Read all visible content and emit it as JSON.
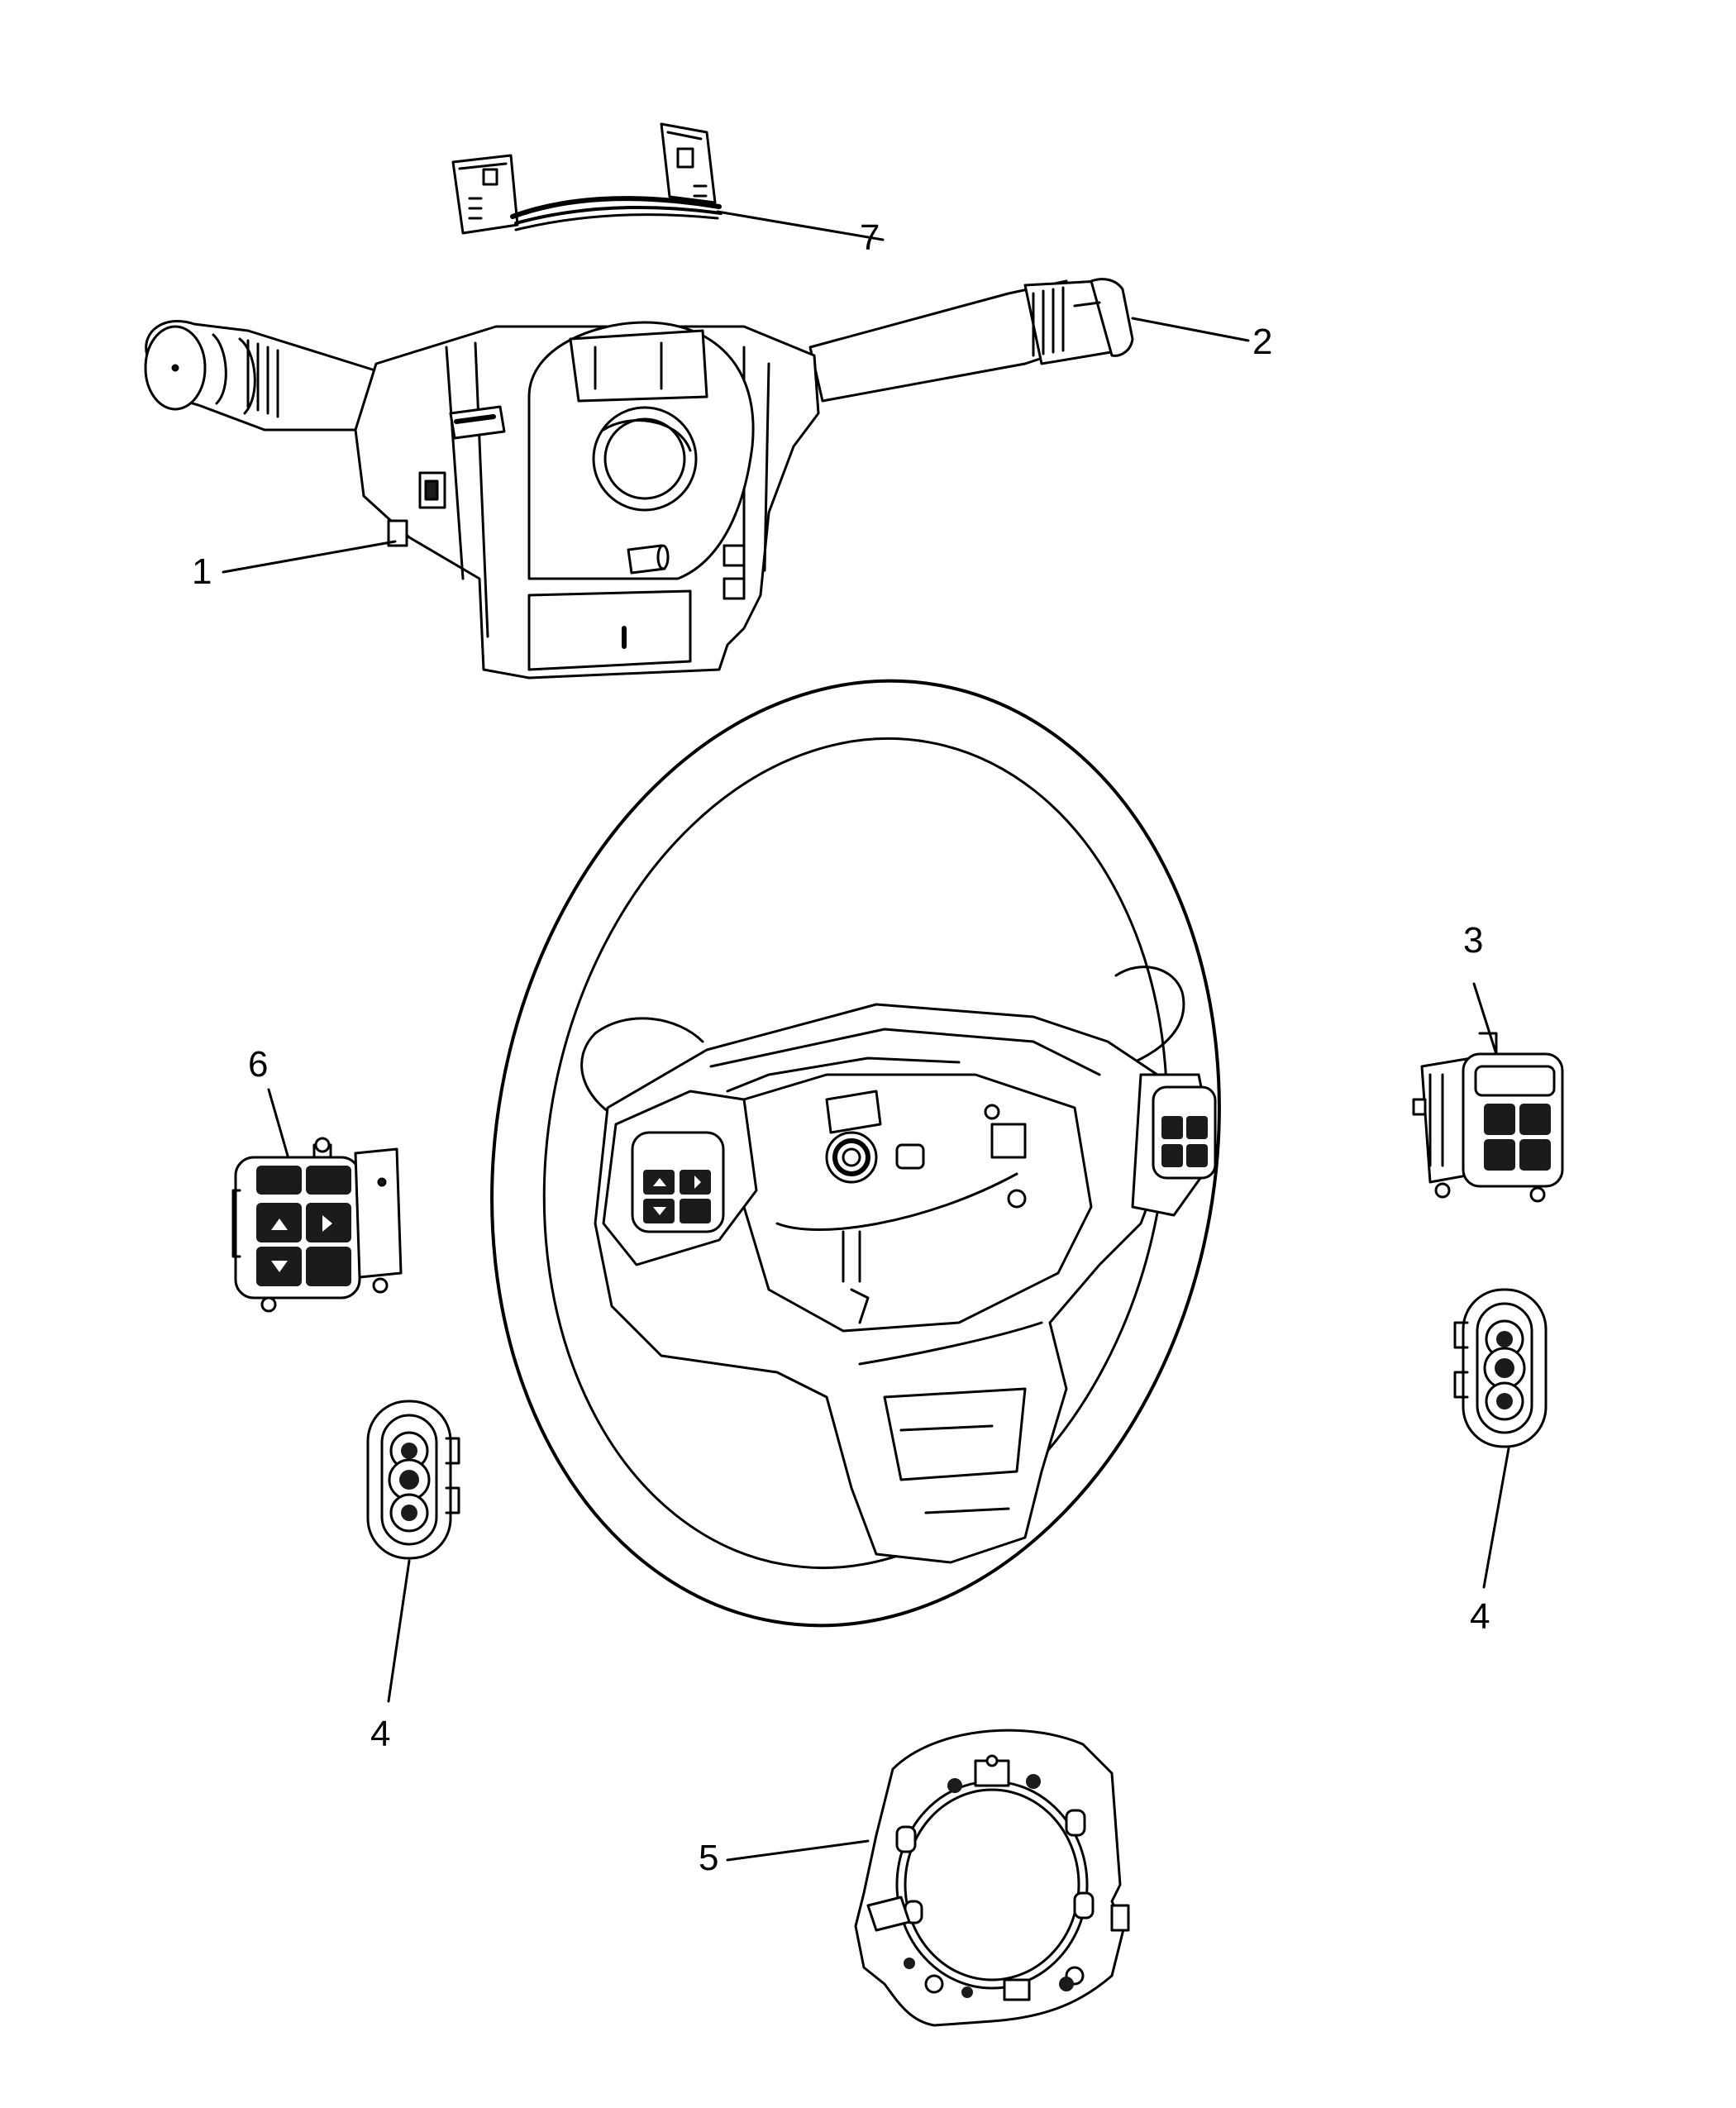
{
  "callouts": {
    "c1": "1",
    "c2": "2",
    "c3": "3",
    "c4a": "4",
    "c4b": "4",
    "c5": "5",
    "c6": "6",
    "c7": "7"
  },
  "colors": {
    "line": "#000000",
    "background": "#ffffff",
    "button_fill": "#1b1b1b"
  }
}
